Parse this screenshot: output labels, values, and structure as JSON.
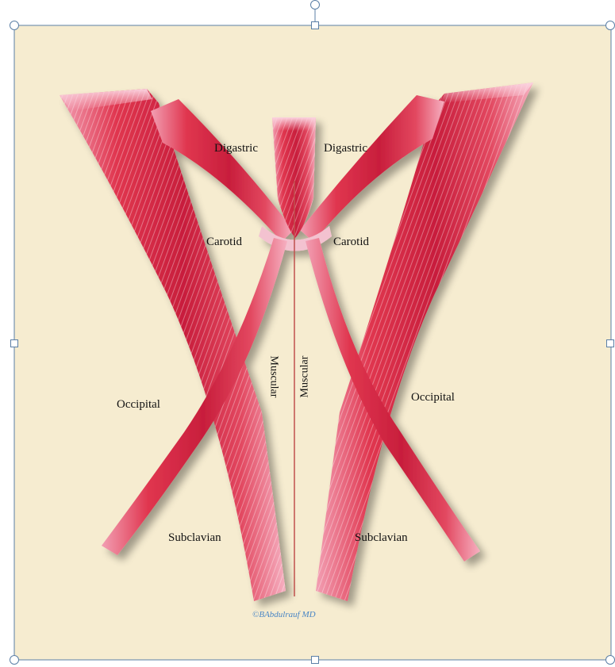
{
  "diagram": {
    "labels": {
      "digastric_left": "Digastric",
      "digastric_right": "Digastric",
      "carotid_left": "Carotid",
      "carotid_right": "Carotid",
      "muscular_left": "Muscular",
      "muscular_right": "Muscular",
      "occipital_left": "Occipital",
      "occipital_right": "Occipital",
      "subclavian_left": "Subclavian",
      "subclavian_right": "Subclavian"
    },
    "credit": "©BAbdulrauf MD"
  },
  "colors": {
    "background": "#f6ecd0",
    "muscle": "#d8334a",
    "muscle_highlight": "#f4a3b4",
    "tendon": "#f5c6d6",
    "midline": "#c0504d",
    "credit": "#4a86c5",
    "selection_border": "#5b7fa6"
  },
  "selection_handles": [
    "rotate-handle",
    "top-left",
    "top-center",
    "top-right",
    "middle-left",
    "middle-right",
    "bottom-left",
    "bottom-center",
    "bottom-right"
  ]
}
